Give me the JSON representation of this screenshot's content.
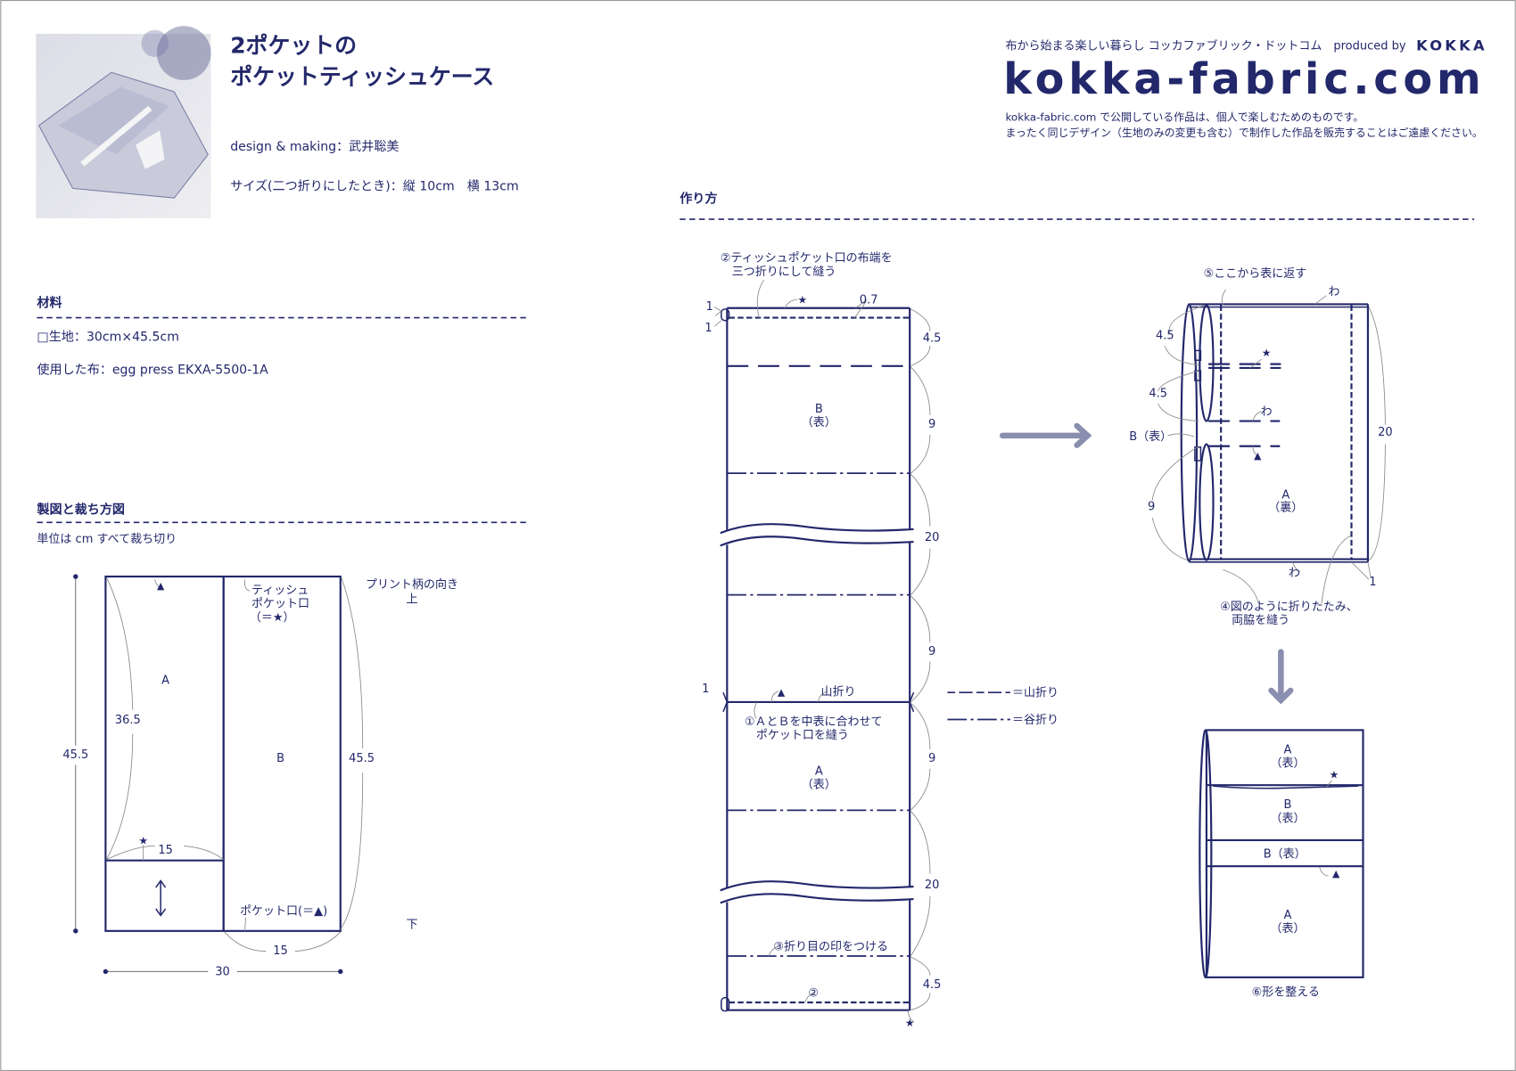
{
  "header": {
    "title_line1": "2ポケットの",
    "title_line2": "ポケットティッシュケース",
    "design": "design & making：武井聡美",
    "size": "サイズ(二つ折りにしたとき)：縦 10cm　横 13cm",
    "tagline": "布から始まる楽しい暮らし コッカファブリック・ドットコム　produced by",
    "brand": "KOKKA",
    "logo": "kokka-fabric.com",
    "notice_line1": "kokka-fabric.com で公開している作品は、個人で楽しむためのものです。",
    "notice_line2": "まったく同じデザイン（生地のみの変更も含む）で制作した作品を販売することはご遠慮ください。"
  },
  "materials": {
    "heading": "材料",
    "fabric": "□生地：30cm×45.5cm",
    "used": "使用した布：egg press EKXA-5500-1A"
  },
  "pattern": {
    "heading": "製図と裁ち方図",
    "unit_note": "単位は cm すべて裁ち切り",
    "label_a": "A",
    "label_b": "B",
    "dim_total_height": "45.5",
    "dim_a_height": "36.5",
    "dim_a_width": "15",
    "dim_b_width": "15",
    "dim_b_height": "45.5",
    "dim_total_width": "30",
    "tissue_line1": "ティッシュ",
    "tissue_line2": "ポケット口",
    "tissue_line3": "（＝★）",
    "pocket_mouth": "ポケット口(＝▲)",
    "print_direction": "プリント柄の向き",
    "up": "上",
    "down": "下",
    "star": "★",
    "triangle": "▲"
  },
  "howto": {
    "heading": "作り方",
    "step2_line1": "②ティッシュポケット口の布端を",
    "step2_line2": "三つ折りにして縫う",
    "dim_07": "0.7",
    "dim_1a": "1",
    "dim_1b": "1",
    "dim_1c": "1",
    "b_label": "B",
    "face": "（表）",
    "a_label": "A",
    "mountain": "山折り",
    "step1_line1": "①ＡとＢを中表に合わせて",
    "step1_line2": "ポケット口を縫う",
    "step3": "③折り目の印をつける",
    "step2_mark": "②",
    "dims": [
      "4.5",
      "9",
      "20",
      "9",
      "9",
      "20",
      "4.5"
    ],
    "legend_mountain": "＝山折り",
    "legend_valley": "＝谷折り",
    "step5": "⑤ここから表に返す",
    "wa": "わ",
    "d45a": "4.5",
    "d45b": "4.5",
    "b_face": "B（表）",
    "d20": "20",
    "a_back_l1": "A",
    "a_back_l2": "（裏）",
    "d9": "9",
    "d1": "1",
    "step4_line1": "④図のように折りたたみ、",
    "step4_line2": "両脇を縫う",
    "step6": "⑥形を整える"
  },
  "colors": {
    "navy": "#23286b",
    "arrow": "#8a8fb0"
  }
}
